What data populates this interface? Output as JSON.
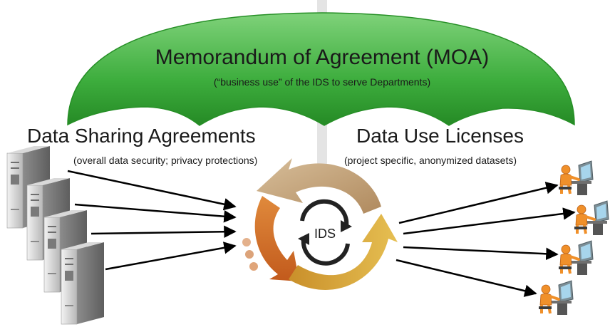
{
  "umbrella": {
    "title": "Memorandum of Agreement (MOA)",
    "subtitle": "(“business use” of the IDS to serve Departments)",
    "color": "#3dad3d"
  },
  "left_section": {
    "title": "Data Sharing Agreements",
    "subtitle": "(overall data security; privacy protections)"
  },
  "right_section": {
    "title": "Data Use Licenses",
    "subtitle": "(project specific, anonymized datasets)"
  },
  "center": {
    "label": "IDS",
    "cycle_colors": [
      "#c4a47c",
      "#d2712a",
      "#d8a83a"
    ]
  },
  "icons": {
    "servers": [
      "server-icon",
      "server-icon",
      "server-icon",
      "server-icon"
    ],
    "users": [
      "user-at-computer-icon",
      "user-at-computer-icon",
      "user-at-computer-icon",
      "user-at-computer-icon"
    ]
  }
}
